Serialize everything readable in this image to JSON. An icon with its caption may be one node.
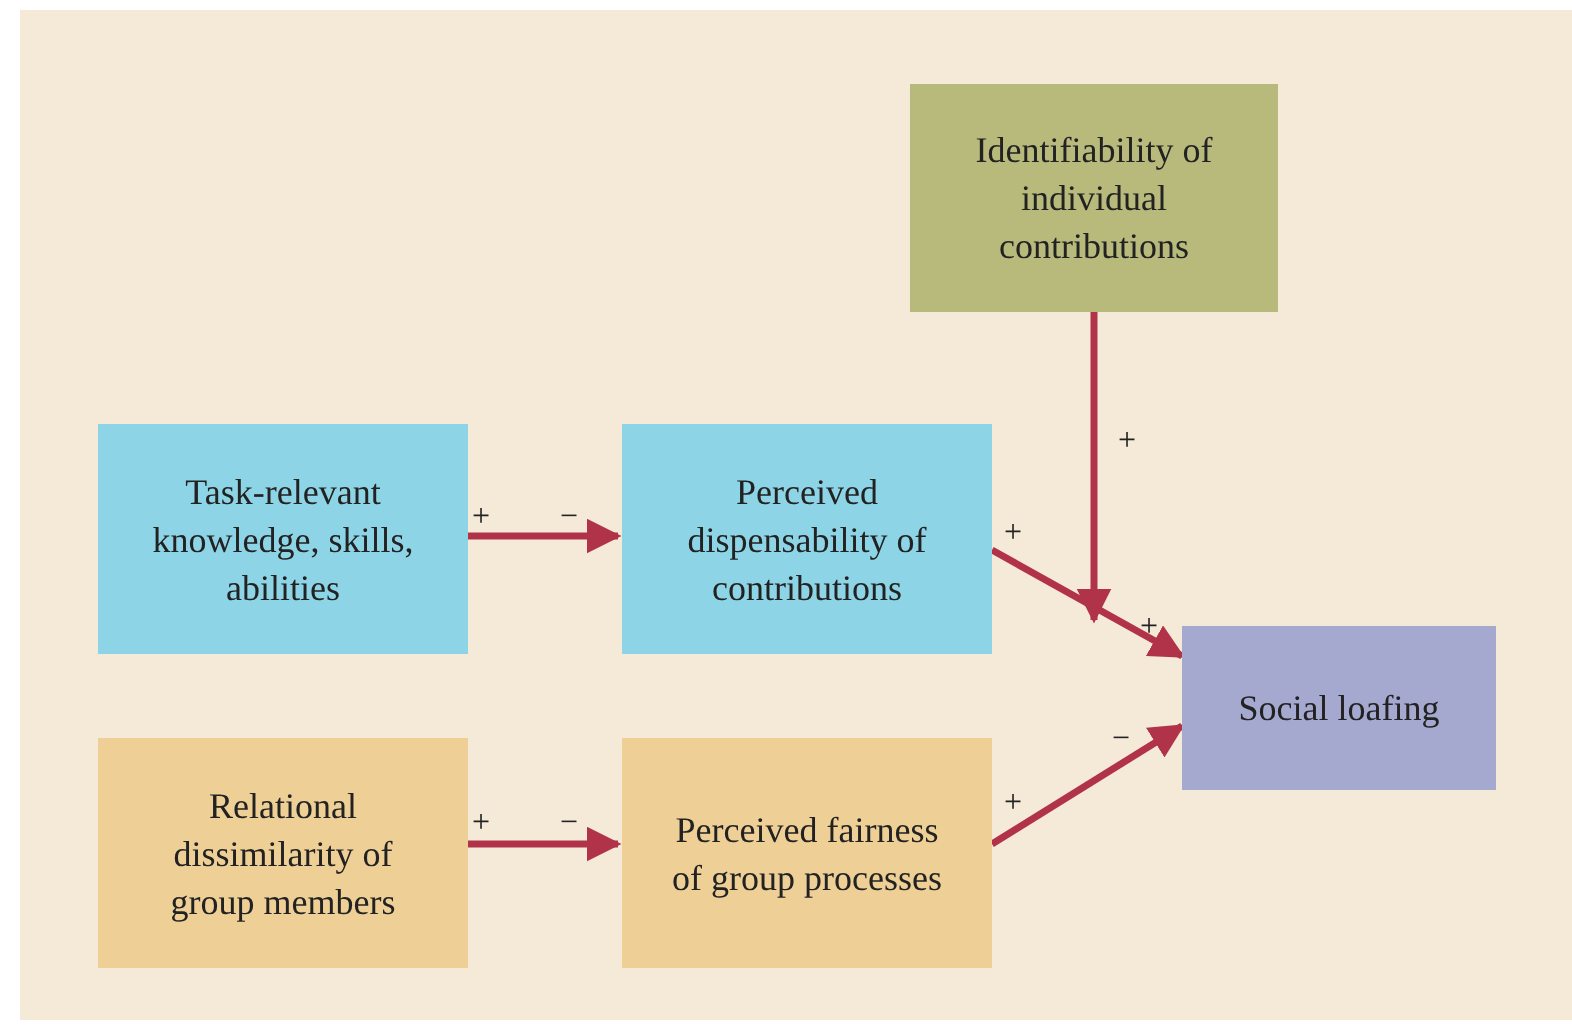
{
  "diagram": {
    "nodes": [
      {
        "text": [
          "Identifiability of individual contributions"
        ]
      },
      {
        "text": [
          "Task-relevant knowledge, skills, abilities"
        ]
      },
      {
        "text": [
          "Perceived dispensability of contributions"
        ]
      },
      {
        "text": [
          "Social loafing"
        ]
      },
      {
        "text": [
          "Relational dissimilarity of group members"
        ]
      },
      {
        "text": [
          "Perceived fairness of group processes"
        ]
      }
    ],
    "edges": [
      {
        "from": 0,
        "to": 3,
        "arrow": "to"
      },
      {
        "from": 1,
        "to": 2,
        "arrow": "to"
      },
      {
        "from": 2,
        "to": 3,
        "arrow": "to"
      },
      {
        "from": 4,
        "to": 5,
        "arrow": "to"
      },
      {
        "from": 5,
        "to": 3,
        "arrow": "to"
      }
    ],
    "labels": [
      "+",
      "+",
      "−",
      "+",
      "+",
      "−",
      "+",
      "−",
      "+"
    ]
  }
}
